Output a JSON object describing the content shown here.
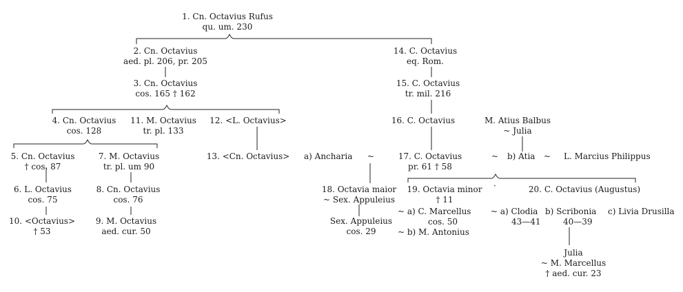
{
  "nodes": {
    "n1": {
      "line1": "1. Cn. Octavius Rufus",
      "line2": "qu. um. 230"
    },
    "n2": {
      "line1": "2. Cn. Octavius",
      "line2": "aed. pl. 206, pr. 205"
    },
    "n3": {
      "line1": "3. Cn. Octavius",
      "line2": "cos. 165  † 162"
    },
    "n4": {
      "line1": "4. Cn. Octavius",
      "line2": "cos. 128"
    },
    "n5": {
      "line1": "5. Cn. Octavius",
      "line2": "†   cos. 87"
    },
    "n6": {
      "line1": "6.  L. Octavius",
      "line2": "cos. 75"
    },
    "n7": {
      "line1": "7. M. Octavius",
      "line2": "tr. pl. um 90"
    },
    "n8": {
      "line1": "8. Cn. Octavius",
      "line2": "cos. 76"
    },
    "n9": {
      "line1": "9. M. Octavius",
      "line2": "aed. cur. 50"
    },
    "n10": {
      "line1": "10. <Octavius>",
      "line2": "† 53"
    },
    "n11": {
      "line1": "11. M. Octavius",
      "line2": "tr. pl. 133"
    },
    "n12": {
      "line1": "12. <L. Octavius>"
    },
    "n13": {
      "line1": "13. <Cn. Octavius>"
    },
    "n14": {
      "line1": "14. C. Octavius",
      "line2": "eq. Rom."
    },
    "n15": {
      "line1": "15. C. Octavius",
      "line2": "tr. mil. 216"
    },
    "n16": {
      "line1": "16. C. Octavius"
    },
    "n17": {
      "line1": "17. C. Octavius",
      "line2": "pr. 61 † 58"
    },
    "n18": {
      "line1": "18. Octavia maior",
      "line2": "~  Sex. Appuleius"
    },
    "n19": {
      "line1": "19. Octavia minor",
      "line2": "† 11"
    },
    "n20": {
      "line1": "20. C. Octavius (Augustus)"
    }
  },
  "spouses": {
    "ancharia": "a) Ancharia",
    "ancharia_tilde": "~",
    "atius": {
      "line1": "M. Atius Balbus",
      "line2": "~ Julia"
    },
    "atia": "b) Atia",
    "atia_tilde": "~",
    "philippus": "L. Marcius Philippus",
    "n17_tilde": "~",
    "marcellus": {
      "line1": "~  a) C. Marcellus",
      "line2": "cos. 50"
    },
    "antonius": "~  b) M. Antonius",
    "clodia": {
      "line1": "~  a) Clodia",
      "line2": "43—41"
    },
    "scribonia": {
      "line1": "b)  Scribonia",
      "line2": "40—39"
    },
    "livia": "c) Livia Drusilla",
    "dot": "·"
  },
  "descendants": {
    "appuleius": {
      "line1": "Sex. Appuleius",
      "line2": "cos. 29"
    },
    "julia": {
      "line1": "Julia",
      "line2": "~  M. Marcellus",
      "line3": "†   aed. cur. 23"
    }
  }
}
